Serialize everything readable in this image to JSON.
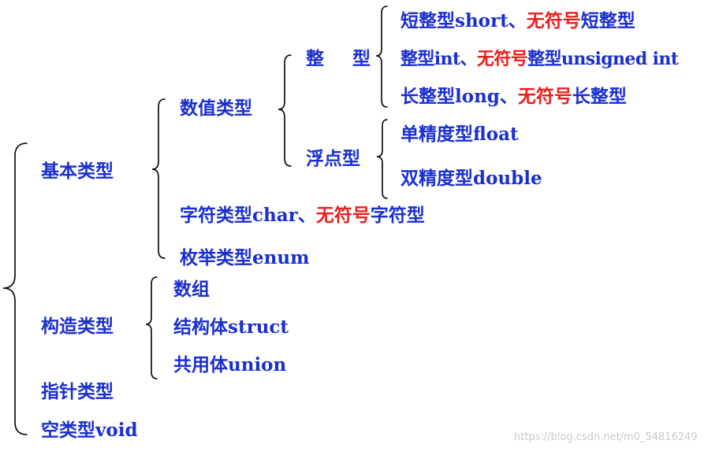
{
  "diagram": {
    "root": {
      "basic_type": "基本类型",
      "constructed_type": "构造类型",
      "pointer_type": "指针类型",
      "void_type": "空类型void"
    },
    "basic": {
      "numeric_type": "数值类型",
      "char_type": {
        "prefix": "字符类型char、",
        "unsigned": "无符号",
        "suffix": "字符型"
      },
      "enum_type": "枚举类型enum"
    },
    "numeric": {
      "integer": "整 型",
      "floating": "浮点型"
    },
    "integer": {
      "short": {
        "prefix": "短整型short、",
        "unsigned": "无符号",
        "suffix": "短整型"
      },
      "int": {
        "prefix": "整型int、",
        "unsigned": "无符号",
        "suffix": "整型unsigned int"
      },
      "long": {
        "prefix": "长整型long、",
        "unsigned": "无符号",
        "suffix": "长整型"
      }
    },
    "floating": {
      "float": "单精度型float",
      "double": "双精度型double"
    },
    "constructed": {
      "array": "数组",
      "struct": "结构体struct",
      "union": "共用体union"
    }
  },
  "colors": {
    "text": "#1a2fd0",
    "unsigned_highlight": "#e8201c",
    "brace": "#000000"
  },
  "watermark": "https://blog.csdn.net/m0_54816249"
}
